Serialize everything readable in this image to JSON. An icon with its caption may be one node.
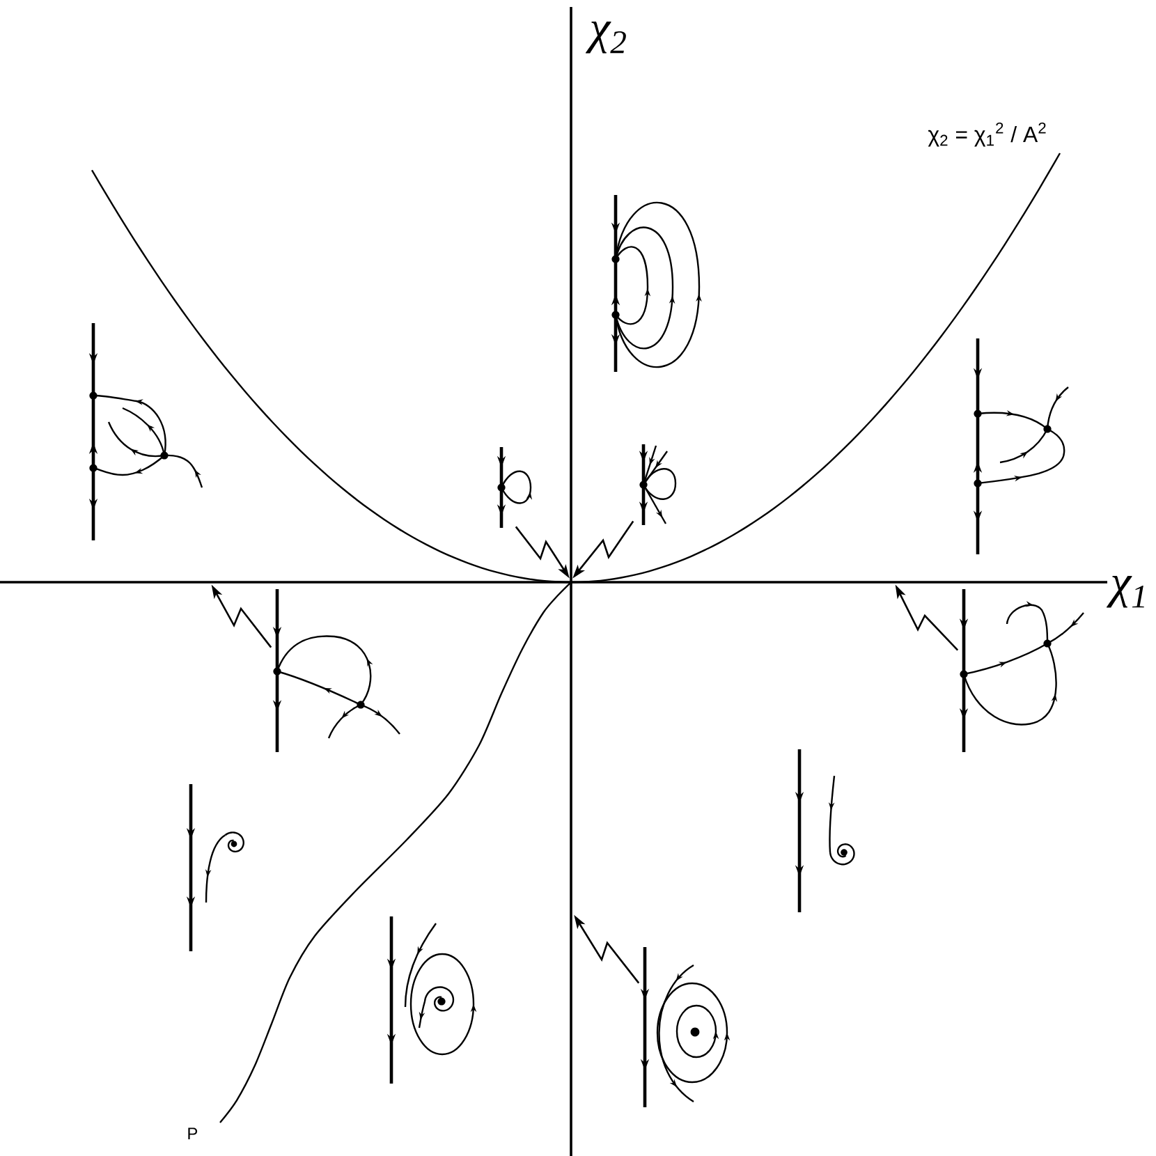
{
  "diagram": {
    "nodes": [
      {
        "text": [],
        "shape": "picture"
      },
      {
        "text": [],
        "shape": "picture"
      },
      {
        "text": [],
        "shape": "picture"
      },
      {
        "text": [],
        "shape": "picture"
      },
      {
        "text": [],
        "shape": "picture"
      },
      {
        "text": [],
        "shape": "picture"
      },
      {
        "text": [],
        "shape": "picture"
      },
      {
        "text": [],
        "shape": "picture"
      },
      {
        "text": [],
        "shape": "picture"
      },
      {
        "text": [],
        "shape": "picture"
      },
      {
        "text": [],
        "shape": "picture"
      },
      {
        "text": [],
        "shape": "line",
        "beside": [
          "χ$_{2}$"
        ]
      },
      {
        "text": [],
        "shape": "line",
        "beside": [
          "χ$_{1}$"
        ]
      }
    ],
    "edges": [
      {
        "from": 3,
        "to": 11,
        "arrow": "to"
      },
      {
        "from": 4,
        "to": 11,
        "arrow": "to"
      },
      {
        "from": 5,
        "to": 12,
        "arrow": "to"
      },
      {
        "from": 6,
        "to": 12,
        "arrow": "to"
      },
      {
        "from": 10,
        "to": 11,
        "arrow": "to"
      }
    ],
    "labels": [
      "χ$_{2}$ = χ$_{1}$$^{2}$ / A$^{2}$",
      "P"
    ]
  }
}
